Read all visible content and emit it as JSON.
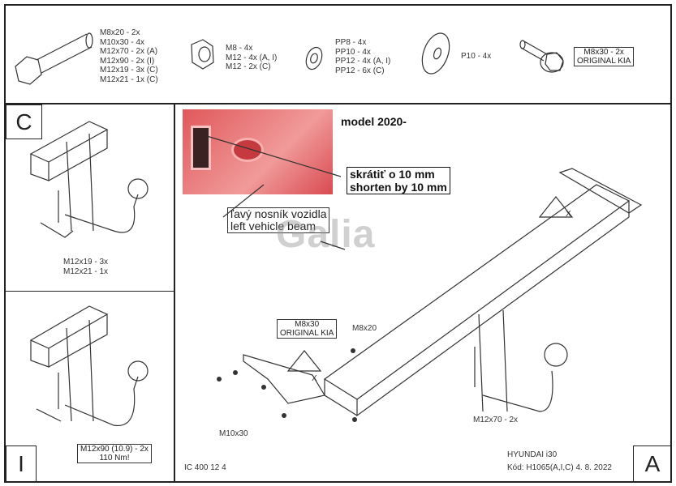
{
  "parts": {
    "bolt_list": [
      "M8x20 - 2x",
      "M10x30 - 4x",
      "M12x70 - 2x (A)",
      "M12x90 - 2x (I)",
      "M12x19 - 3x (C)",
      "M12x21 - 1x (C)"
    ],
    "nut_list": [
      "M8 - 4x",
      "M12 - 4x (A, I)",
      "M12 - 2x (C)"
    ],
    "washer_list": [
      "PP8 - 4x",
      "PP10 - 4x",
      "PP12 - 4x (A, I)",
      "PP12 - 6x (C)"
    ],
    "big_washer": "P10 - 4x",
    "flange_bolt": [
      "M8x30 - 2x",
      "ORIGINAL KIA"
    ]
  },
  "panel_c": {
    "letter": "C",
    "labels": [
      "M12x19 - 3x",
      "M12x21 - 1x"
    ]
  },
  "panel_i": {
    "letter": "I",
    "labels": [
      "M12x90 (10.9) - 2x",
      "110 Nm!"
    ]
  },
  "main": {
    "model": "model 2020-",
    "shorten_cz": "skrátiť o 10 mm",
    "shorten_en": "shorten by 10 mm",
    "beam_cz": "ľavý nosník vozidla",
    "beam_en": "left vehicle beam",
    "logo": "Galia",
    "m8x30_box": [
      "M8x30",
      "ORIGINAL KIA"
    ],
    "m8x20": "M8x20",
    "m10x30": "M10x30",
    "m12x70": "M12x70 - 2x",
    "x_mark": "X",
    "code_left": "IC 400 12 4",
    "vehicle": "HYUNDAI i30",
    "code": "Kód: H1065(A,I,C)  4. 8. 2022",
    "letter": "A"
  }
}
